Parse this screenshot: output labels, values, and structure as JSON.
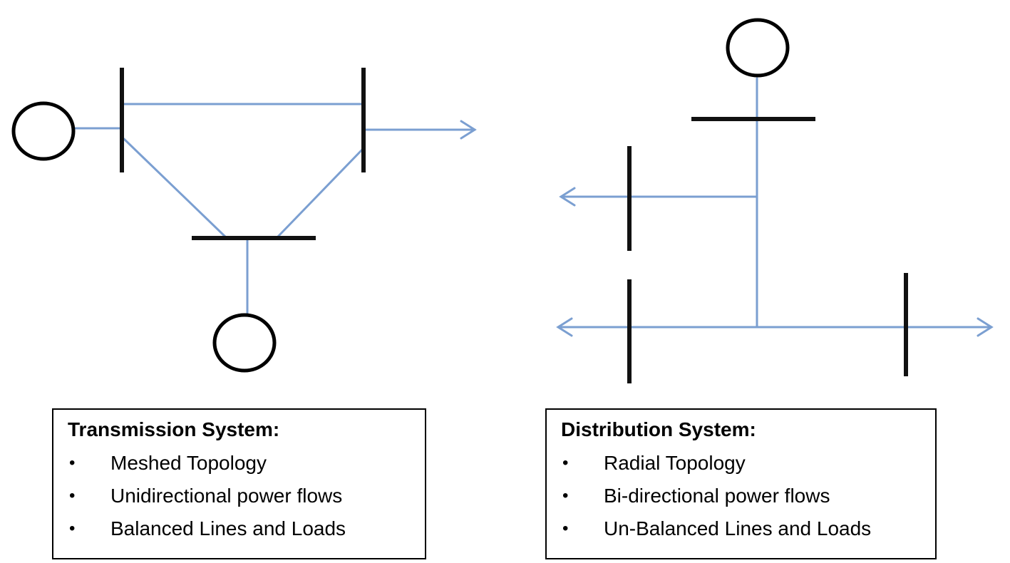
{
  "colors": {
    "line": "#7b9fd1",
    "bus": "#111111",
    "border": "#000000"
  },
  "transmission": {
    "title": "Transmission System:",
    "items": [
      "Meshed Topology",
      "Unidirectional power flows",
      "Balanced Lines and Loads"
    ]
  },
  "distribution": {
    "title": "Distribution System:",
    "items": [
      "Radial Topology",
      "Bi-directional power flows",
      "Un-Balanced Lines and Loads"
    ]
  },
  "bullet_glyph": "•"
}
